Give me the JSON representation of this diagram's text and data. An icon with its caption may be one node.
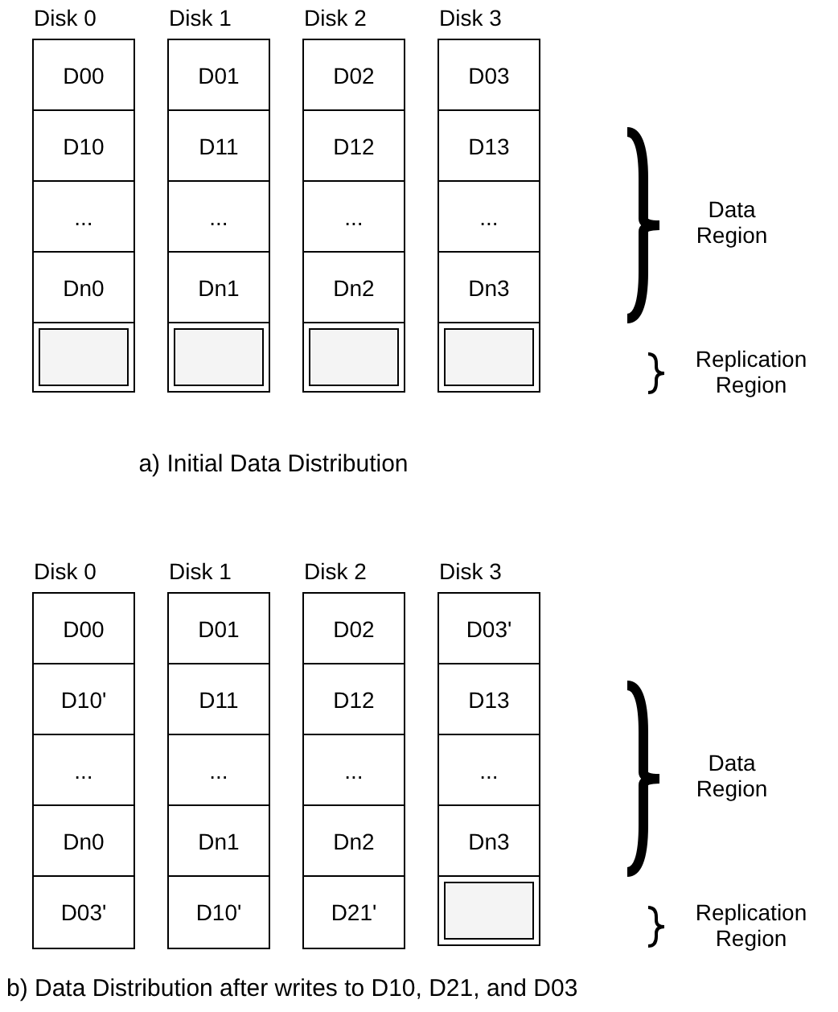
{
  "diagram": {
    "nodes": [
      {
        "text": [
          "Disk 0"
        ]
      },
      {
        "text": [
          "D00"
        ],
        "in": 0
      },
      {
        "text": [
          "D10"
        ],
        "in": 0
      },
      {
        "text": [
          "..."
        ],
        "in": 0
      },
      {
        "text": [
          "Dn0"
        ],
        "in": 0
      },
      {
        "text": [],
        "shape": "box",
        "in": 0
      },
      {
        "text": [
          "Disk 1"
        ]
      },
      {
        "text": [
          "D01"
        ],
        "in": 6
      },
      {
        "text": [
          "D11"
        ],
        "in": 6
      },
      {
        "text": [
          "..."
        ],
        "in": 6
      },
      {
        "text": [
          "Dn1"
        ],
        "in": 6
      },
      {
        "text": [],
        "shape": "box",
        "in": 6
      },
      {
        "text": [
          "Disk 2"
        ]
      },
      {
        "text": [
          "D02"
        ],
        "in": 12
      },
      {
        "text": [
          "D12"
        ],
        "in": 12
      },
      {
        "text": [
          "..."
        ],
        "in": 12
      },
      {
        "text": [
          "Dn2"
        ],
        "in": 12
      },
      {
        "text": [],
        "shape": "box",
        "in": 12
      },
      {
        "text": [
          "Disk 3"
        ]
      },
      {
        "text": [
          "D03"
        ],
        "in": 18
      },
      {
        "text": [
          "D13"
        ],
        "in": 18
      },
      {
        "text": [
          "..."
        ],
        "in": 18
      },
      {
        "text": [
          "Dn3"
        ],
        "in": 18
      },
      {
        "text": [],
        "shape": "box",
        "in": 18
      },
      {
        "text": [
          "Disk 0"
        ]
      },
      {
        "text": [
          "D00"
        ],
        "in": 24
      },
      {
        "text": [
          "D10'"
        ],
        "in": 24
      },
      {
        "text": [
          "..."
        ],
        "in": 24
      },
      {
        "text": [
          "Dn0"
        ],
        "in": 24
      },
      {
        "text": [
          "D03'"
        ],
        "in": 24
      },
      {
        "text": [
          "Disk 1"
        ]
      },
      {
        "text": [
          "D01"
        ],
        "in": 30
      },
      {
        "text": [
          "D11"
        ],
        "in": 30
      },
      {
        "text": [
          "..."
        ],
        "in": 30
      },
      {
        "text": [
          "Dn1"
        ],
        "in": 30
      },
      {
        "text": [
          "D10'"
        ],
        "in": 30
      },
      {
        "text": [
          "Disk 2"
        ]
      },
      {
        "text": [
          "D02"
        ],
        "in": 36
      },
      {
        "text": [
          "D12"
        ],
        "in": 36
      },
      {
        "text": [
          "..."
        ],
        "in": 36
      },
      {
        "text": [
          "Dn2"
        ],
        "in": 36
      },
      {
        "text": [
          "D21'"
        ],
        "in": 36
      },
      {
        "text": [
          "Disk 3"
        ]
      },
      {
        "text": [
          "D03'"
        ],
        "in": 42
      },
      {
        "text": [
          "D13"
        ],
        "in": 42
      },
      {
        "text": [
          "..."
        ],
        "in": 42
      },
      {
        "text": [
          "Dn3"
        ],
        "in": 42
      },
      {
        "text": [],
        "shape": "box",
        "in": 42
      }
    ],
    "labels": [
      "Data Region",
      "Replication Region",
      "a) Initial Data Distribution",
      "Data Region",
      "Replication Region",
      "b) Data Distribution after writes to D10, D21, and D03"
    ]
  }
}
